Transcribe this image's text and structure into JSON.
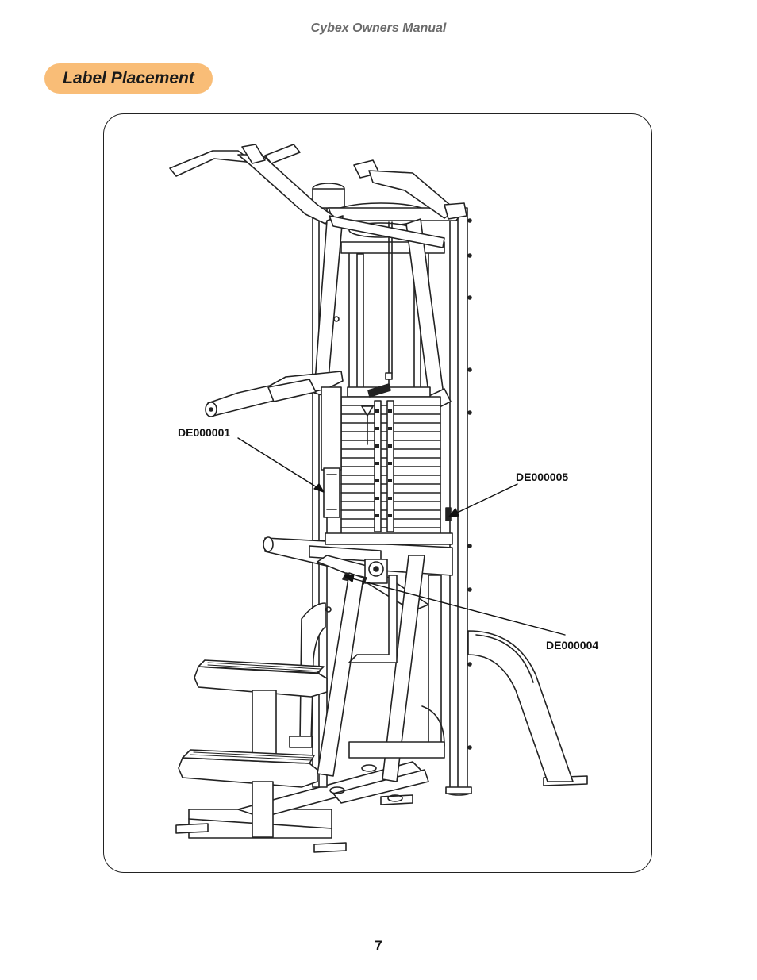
{
  "header": {
    "title": "Cybex Owners Manual"
  },
  "section": {
    "title": "Label Placement"
  },
  "callouts": {
    "label_1": "DE000001",
    "label_2": "DE000005",
    "label_3": "DE000004"
  },
  "footer": {
    "page_number": "7"
  },
  "colors": {
    "accent": "#f9bd77",
    "header_text": "#6b6b6b",
    "line": "#222222"
  },
  "illustration": {
    "subject": "weight-stack-machine-line-drawing"
  }
}
